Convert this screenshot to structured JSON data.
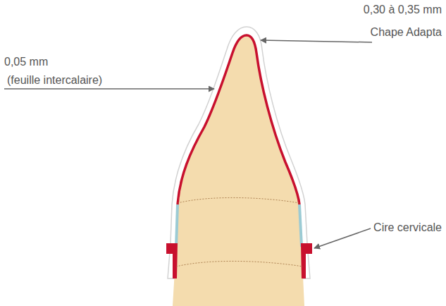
{
  "diagram": {
    "labels": [
      "0,30 à 0,35 mm",
      "Chape Adapta",
      "0,05 mm",
      "(feuille intercalaire)",
      "Cire cervicale"
    ]
  }
}
